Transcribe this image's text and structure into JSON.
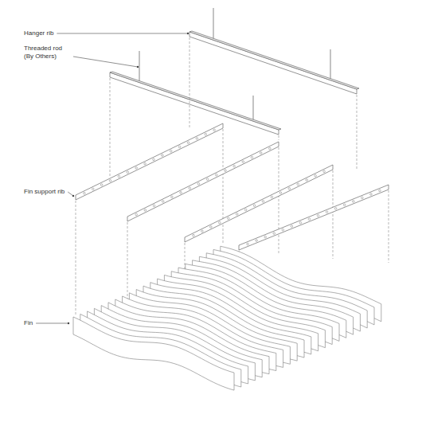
{
  "diagram": {
    "labels": [
      "Hanger rib",
      "Threaded rod (By Others)",
      "Fin support rib",
      "Fin"
    ]
  }
}
